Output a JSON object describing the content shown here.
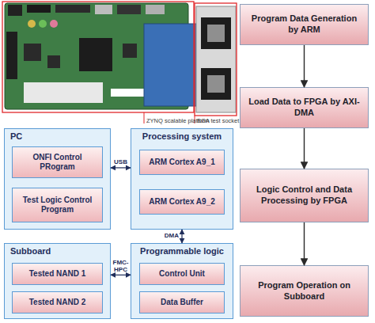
{
  "diagram": {
    "nodes": [
      {
        "text": [
          "Program Data Generation by ARM"
        ]
      },
      {
        "text": [
          "Load Data to FPGA by AXI-DMA"
        ]
      },
      {
        "text": [
          "Logic Control and Data Processing by FPGA"
        ]
      },
      {
        "text": [
          "Program Operation on Subboard"
        ]
      },
      {
        "text": [
          "PC"
        ]
      },
      {
        "text": [
          "ONFI Control PRogram"
        ],
        "in": 4
      },
      {
        "text": [
          "Test Logic Control Program"
        ],
        "in": 4
      },
      {
        "text": [
          "Processing system"
        ]
      },
      {
        "text": [
          "ARM Cortex A9_1"
        ],
        "in": 7
      },
      {
        "text": [
          "ARM Cortex A9_2"
        ],
        "in": 7
      },
      {
        "text": [
          "Subboard"
        ]
      },
      {
        "text": [
          "Tested NAND 1"
        ],
        "in": 10
      },
      {
        "text": [
          "Tested NAND 2"
        ],
        "in": 10
      },
      {
        "text": [
          "Programmable logic"
        ]
      },
      {
        "text": [
          "Control Unit"
        ],
        "in": 13
      },
      {
        "text": [
          "Data Buffer"
        ],
        "in": 13
      }
    ],
    "edges": [
      {
        "from": 0,
        "to": 1,
        "arrow": "to"
      },
      {
        "from": 1,
        "to": 2,
        "arrow": "to"
      },
      {
        "from": 2,
        "to": 3,
        "arrow": "to"
      },
      {
        "from": 4,
        "to": 7,
        "label": "USB",
        "arrow": "both"
      },
      {
        "from": 7,
        "to": 13,
        "label": "DMA",
        "arrow": "both"
      },
      {
        "from": 10,
        "to": 13,
        "label": "FMC- HPC",
        "arrow": "both"
      }
    ],
    "labels": [
      "ZYNQ scalable platform",
      "BGA test socket"
    ]
  }
}
